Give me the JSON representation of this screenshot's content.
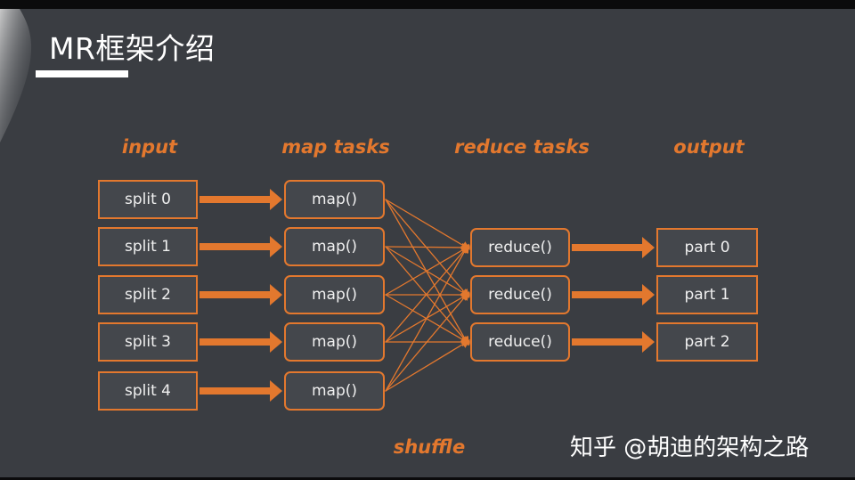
{
  "slide": {
    "title": "MR框架介绍"
  },
  "columns": {
    "input": "input",
    "map_tasks": "map tasks",
    "reduce_tasks": "reduce tasks",
    "output": "output"
  },
  "inputs": [
    "split 0",
    "split 1",
    "split 2",
    "split 3",
    "split 4"
  ],
  "maps": [
    "map()",
    "map()",
    "map()",
    "map()",
    "map()"
  ],
  "reduces": [
    "reduce()",
    "reduce()",
    "reduce()"
  ],
  "outputs": [
    "part 0",
    "part 1",
    "part 2"
  ],
  "shuffle_label": "shuffle",
  "watermark": "知乎 @胡迪的架构之路",
  "colors": {
    "accent": "#e3782e",
    "background": "#3a3d42",
    "text": "#ffffff"
  }
}
